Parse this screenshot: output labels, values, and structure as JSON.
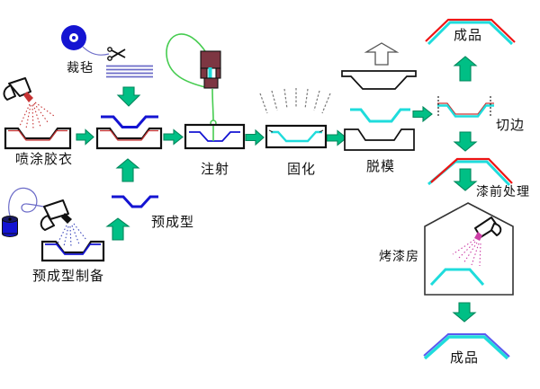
{
  "labels": {
    "cut_felt": "裁毡",
    "spray_gelcoat": "喷涂胶衣",
    "preform_prep": "预成型制备",
    "preform": "预成型",
    "injection": "注射",
    "curing": "固化",
    "demolding": "脱模",
    "product_after_trim": "成品",
    "trimming": "切边",
    "pre_paint_treatment": "漆前处理",
    "paint_booth": "烤漆房",
    "final_product": "成品"
  },
  "colors": {
    "arrow_green": "#00bf85",
    "arrow_green_border": "#00875c",
    "preform_blue": "#1414d2",
    "spray_blue": "#3a46bb",
    "felt_blue": "#6b6bc8",
    "gelcoat_red": "#c63333",
    "part_cyan": "#1fdcdc",
    "product_red": "#ee1414",
    "final_top_blue": "#5a5af0",
    "machine_maroon": "#7d3642",
    "hose_green": "#46cc50",
    "paint_magenta": "#cc3fa6",
    "heat_gray": "#777777",
    "mold_outline": "#111111"
  },
  "icons": [
    "felt-roll-icon",
    "scissors-icon",
    "felt-stack-icon",
    "spray-gun-icon",
    "gelcoat-mold-icon",
    "layup-mold-icon",
    "preform-part-icon",
    "thread-spool-icon",
    "preform-prep-mold-icon",
    "injection-machine-icon",
    "hose-icon",
    "injection-mold-icon",
    "heat-lines-icon",
    "curing-mold-icon",
    "lift-arrow-icon",
    "upper-mold-half-icon",
    "demolded-part-icon",
    "lower-mold-half-icon",
    "trimmed-part-icon",
    "product-part-icon",
    "paint-booth-house-icon",
    "painted-part-icon",
    "flow-arrow-icon"
  ]
}
